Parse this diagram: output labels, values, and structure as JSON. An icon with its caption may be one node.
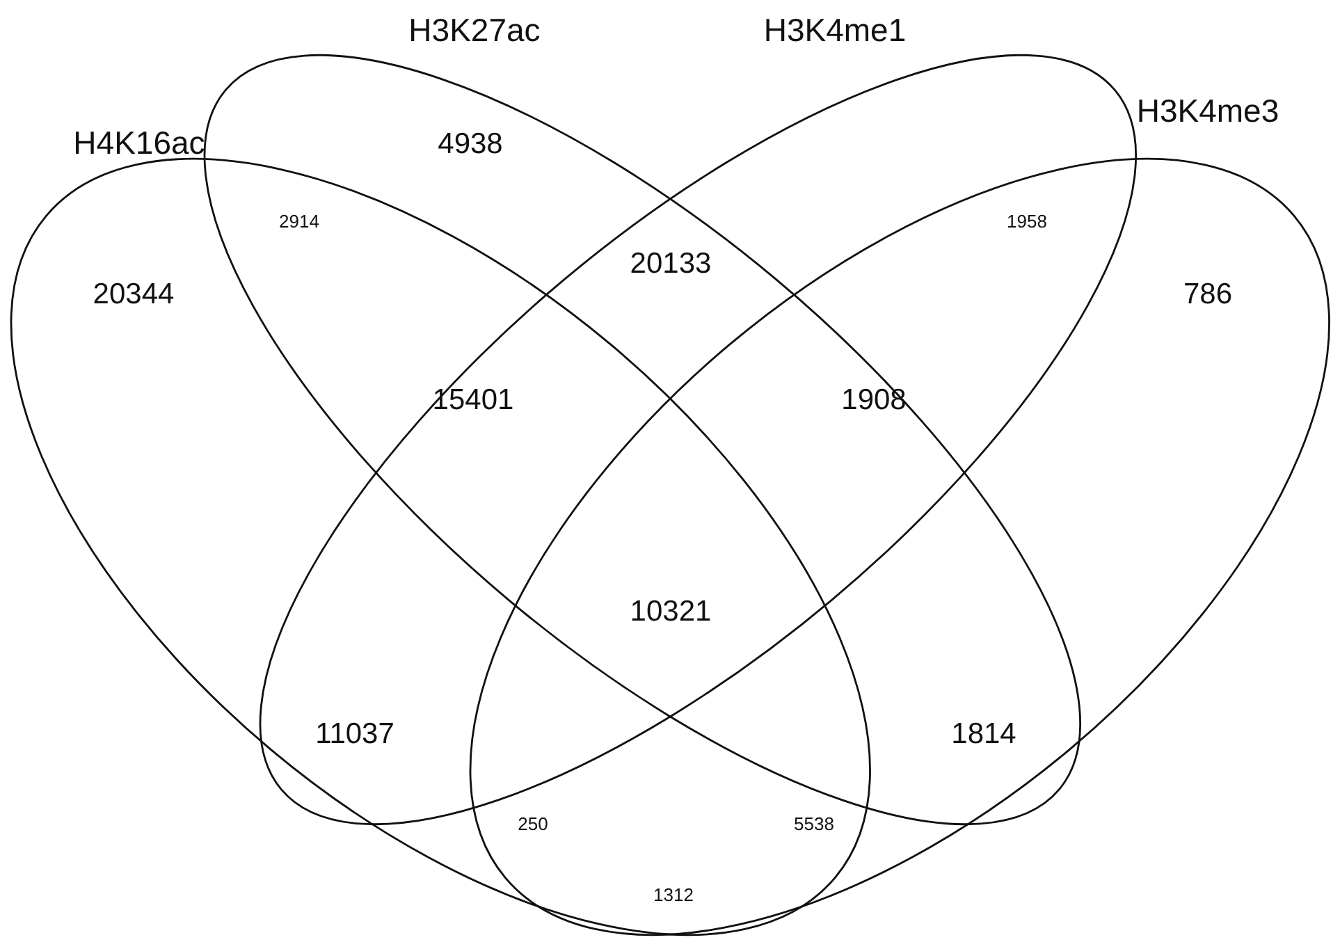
{
  "diagram": {
    "nodes": [
      {
        "text": [
          "H4K16ac"
        ]
      },
      {
        "text": [
          "H3K27ac"
        ]
      },
      {
        "text": [
          "H3K4me1"
        ]
      },
      {
        "text": [
          "H3K4me3"
        ]
      }
    ],
    "labels": [
      "4938",
      "20133",
      "2914",
      "1958",
      "20344",
      "15401",
      "1908",
      "786",
      "10321",
      "11037",
      "1814",
      "250",
      "5538",
      "1312"
    ]
  }
}
